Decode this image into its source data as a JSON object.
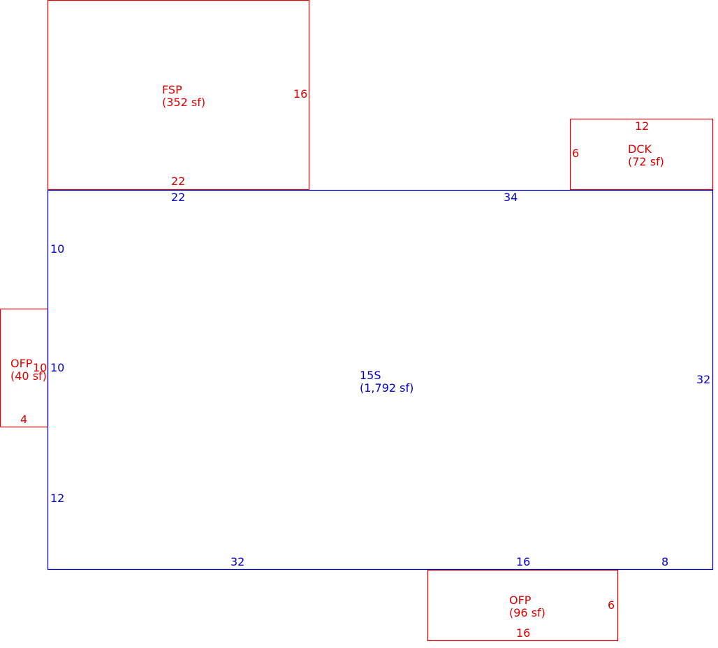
{
  "colors": {
    "main_area": "#0000cc",
    "sub_area": "#dd0000",
    "background": "#ffffff"
  },
  "areas": {
    "main": {
      "code": "15S",
      "area": "(1,792 sf)",
      "dims": {
        "top_left": "22",
        "top_right": "34",
        "left_upper": "10",
        "left_middle": "10",
        "left_lower": "12",
        "right": "32",
        "bottom_left": "32",
        "bottom_middle": "16",
        "bottom_right": "8"
      }
    },
    "fsp": {
      "code": "FSP",
      "area": "(352 sf)",
      "dims": {
        "side": "16",
        "bottom": "22"
      }
    },
    "dck": {
      "code": "DCK",
      "area": "(72 sf)",
      "dims": {
        "top": "12",
        "side": "6"
      }
    },
    "ofp_left": {
      "code": "OFP",
      "area": "(40 sf)",
      "dims": {
        "side": "10",
        "bottom": "4"
      }
    },
    "ofp_bottom": {
      "code": "OFP",
      "area": "(96 sf)",
      "dims": {
        "side": "6",
        "bottom": "16"
      }
    }
  }
}
